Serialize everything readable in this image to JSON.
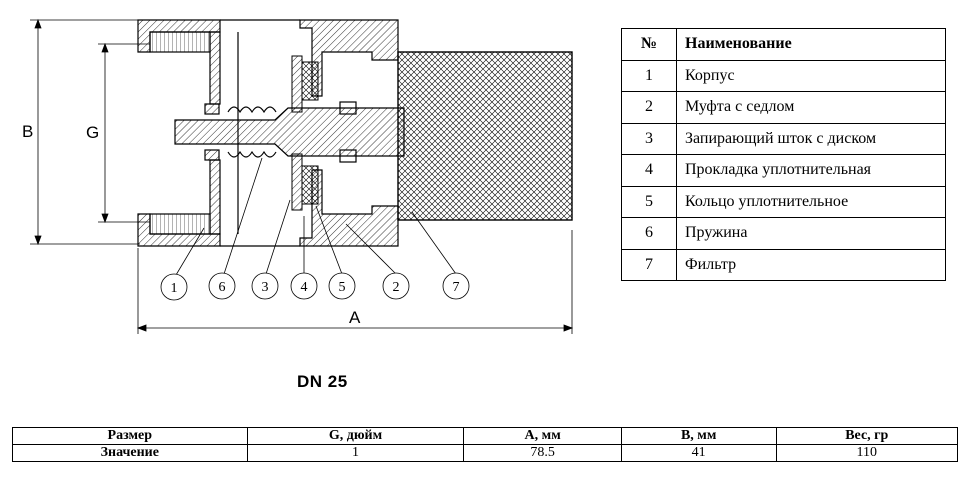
{
  "drawing": {
    "dimension_labels": {
      "b": "B",
      "g": "G",
      "a": "A"
    },
    "callouts": [
      "1",
      "6",
      "3",
      "4",
      "5",
      "2",
      "7"
    ]
  },
  "parts_table": {
    "headers": {
      "num": "№",
      "name": "Наименование"
    },
    "rows": [
      {
        "num": "1",
        "name": "Корпус"
      },
      {
        "num": "2",
        "name": "Муфта с седлом"
      },
      {
        "num": "3",
        "name": "Запирающий шток с диском"
      },
      {
        "num": "4",
        "name": "Прокладка уплотнительная"
      },
      {
        "num": "5",
        "name": "Кольцо уплотнительное"
      },
      {
        "num": "6",
        "name": "Пружина"
      },
      {
        "num": "7",
        "name": "Фильтр"
      }
    ]
  },
  "model": "DN 25",
  "spec_table": {
    "headers": [
      "Размер",
      "G, дюйм",
      "А, мм",
      "В, мм",
      "Вес, гр"
    ],
    "row": [
      "Значение",
      "1",
      "78.5",
      "41",
      "110"
    ]
  }
}
